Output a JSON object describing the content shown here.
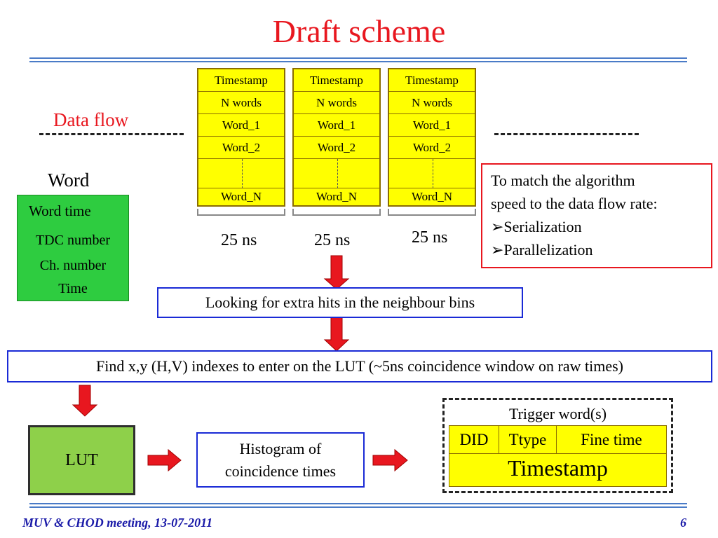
{
  "title": "Draft scheme",
  "data_flow_label": "Data flow",
  "word": {
    "label": "Word",
    "fields": [
      "Word time",
      "TDC number",
      "Ch. number",
      "Time"
    ]
  },
  "packets": [
    {
      "cells": [
        "Timestamp",
        "N words",
        "Word_1",
        "Word_2",
        "Word_N"
      ],
      "duration": "25 ns"
    },
    {
      "cells": [
        "Timestamp",
        "N words",
        "Word_1",
        "Word_2",
        "Word_N"
      ],
      "duration": "25 ns"
    },
    {
      "cells": [
        "Timestamp",
        "N words",
        "Word_1",
        "Word_2",
        "Word_N"
      ],
      "duration": "25 ns"
    }
  ],
  "note": {
    "lines": [
      "To match the algorithm",
      "speed to the data flow rate:",
      "➢Serialization",
      "➢Parallelization"
    ]
  },
  "steps": {
    "neighbour": "Looking for extra hits in the neighbour bins",
    "find_indexes": "Find x,y (H,V) indexes to enter on the LUT (~5ns coincidence window on raw times)",
    "lut": "LUT",
    "histogram_line1": "Histogram of",
    "histogram_line2": "coincidence times"
  },
  "trigger": {
    "label": "Trigger word(s)",
    "did": "DID",
    "ttype": "Ttype",
    "fine_time": "Fine time",
    "timestamp": "Timestamp"
  },
  "footer": {
    "meeting": "MUV & CHOD meeting, 13-07-2011",
    "page": "6"
  },
  "colors": {
    "title": "#e8171f",
    "cell_fill": "#ffff00",
    "word_box": "#2ecc40",
    "lut_box": "#8ed04a",
    "arrow": "#e8171f",
    "step_border": "#1a2ad6",
    "footer_text": "#1a1aa8"
  }
}
